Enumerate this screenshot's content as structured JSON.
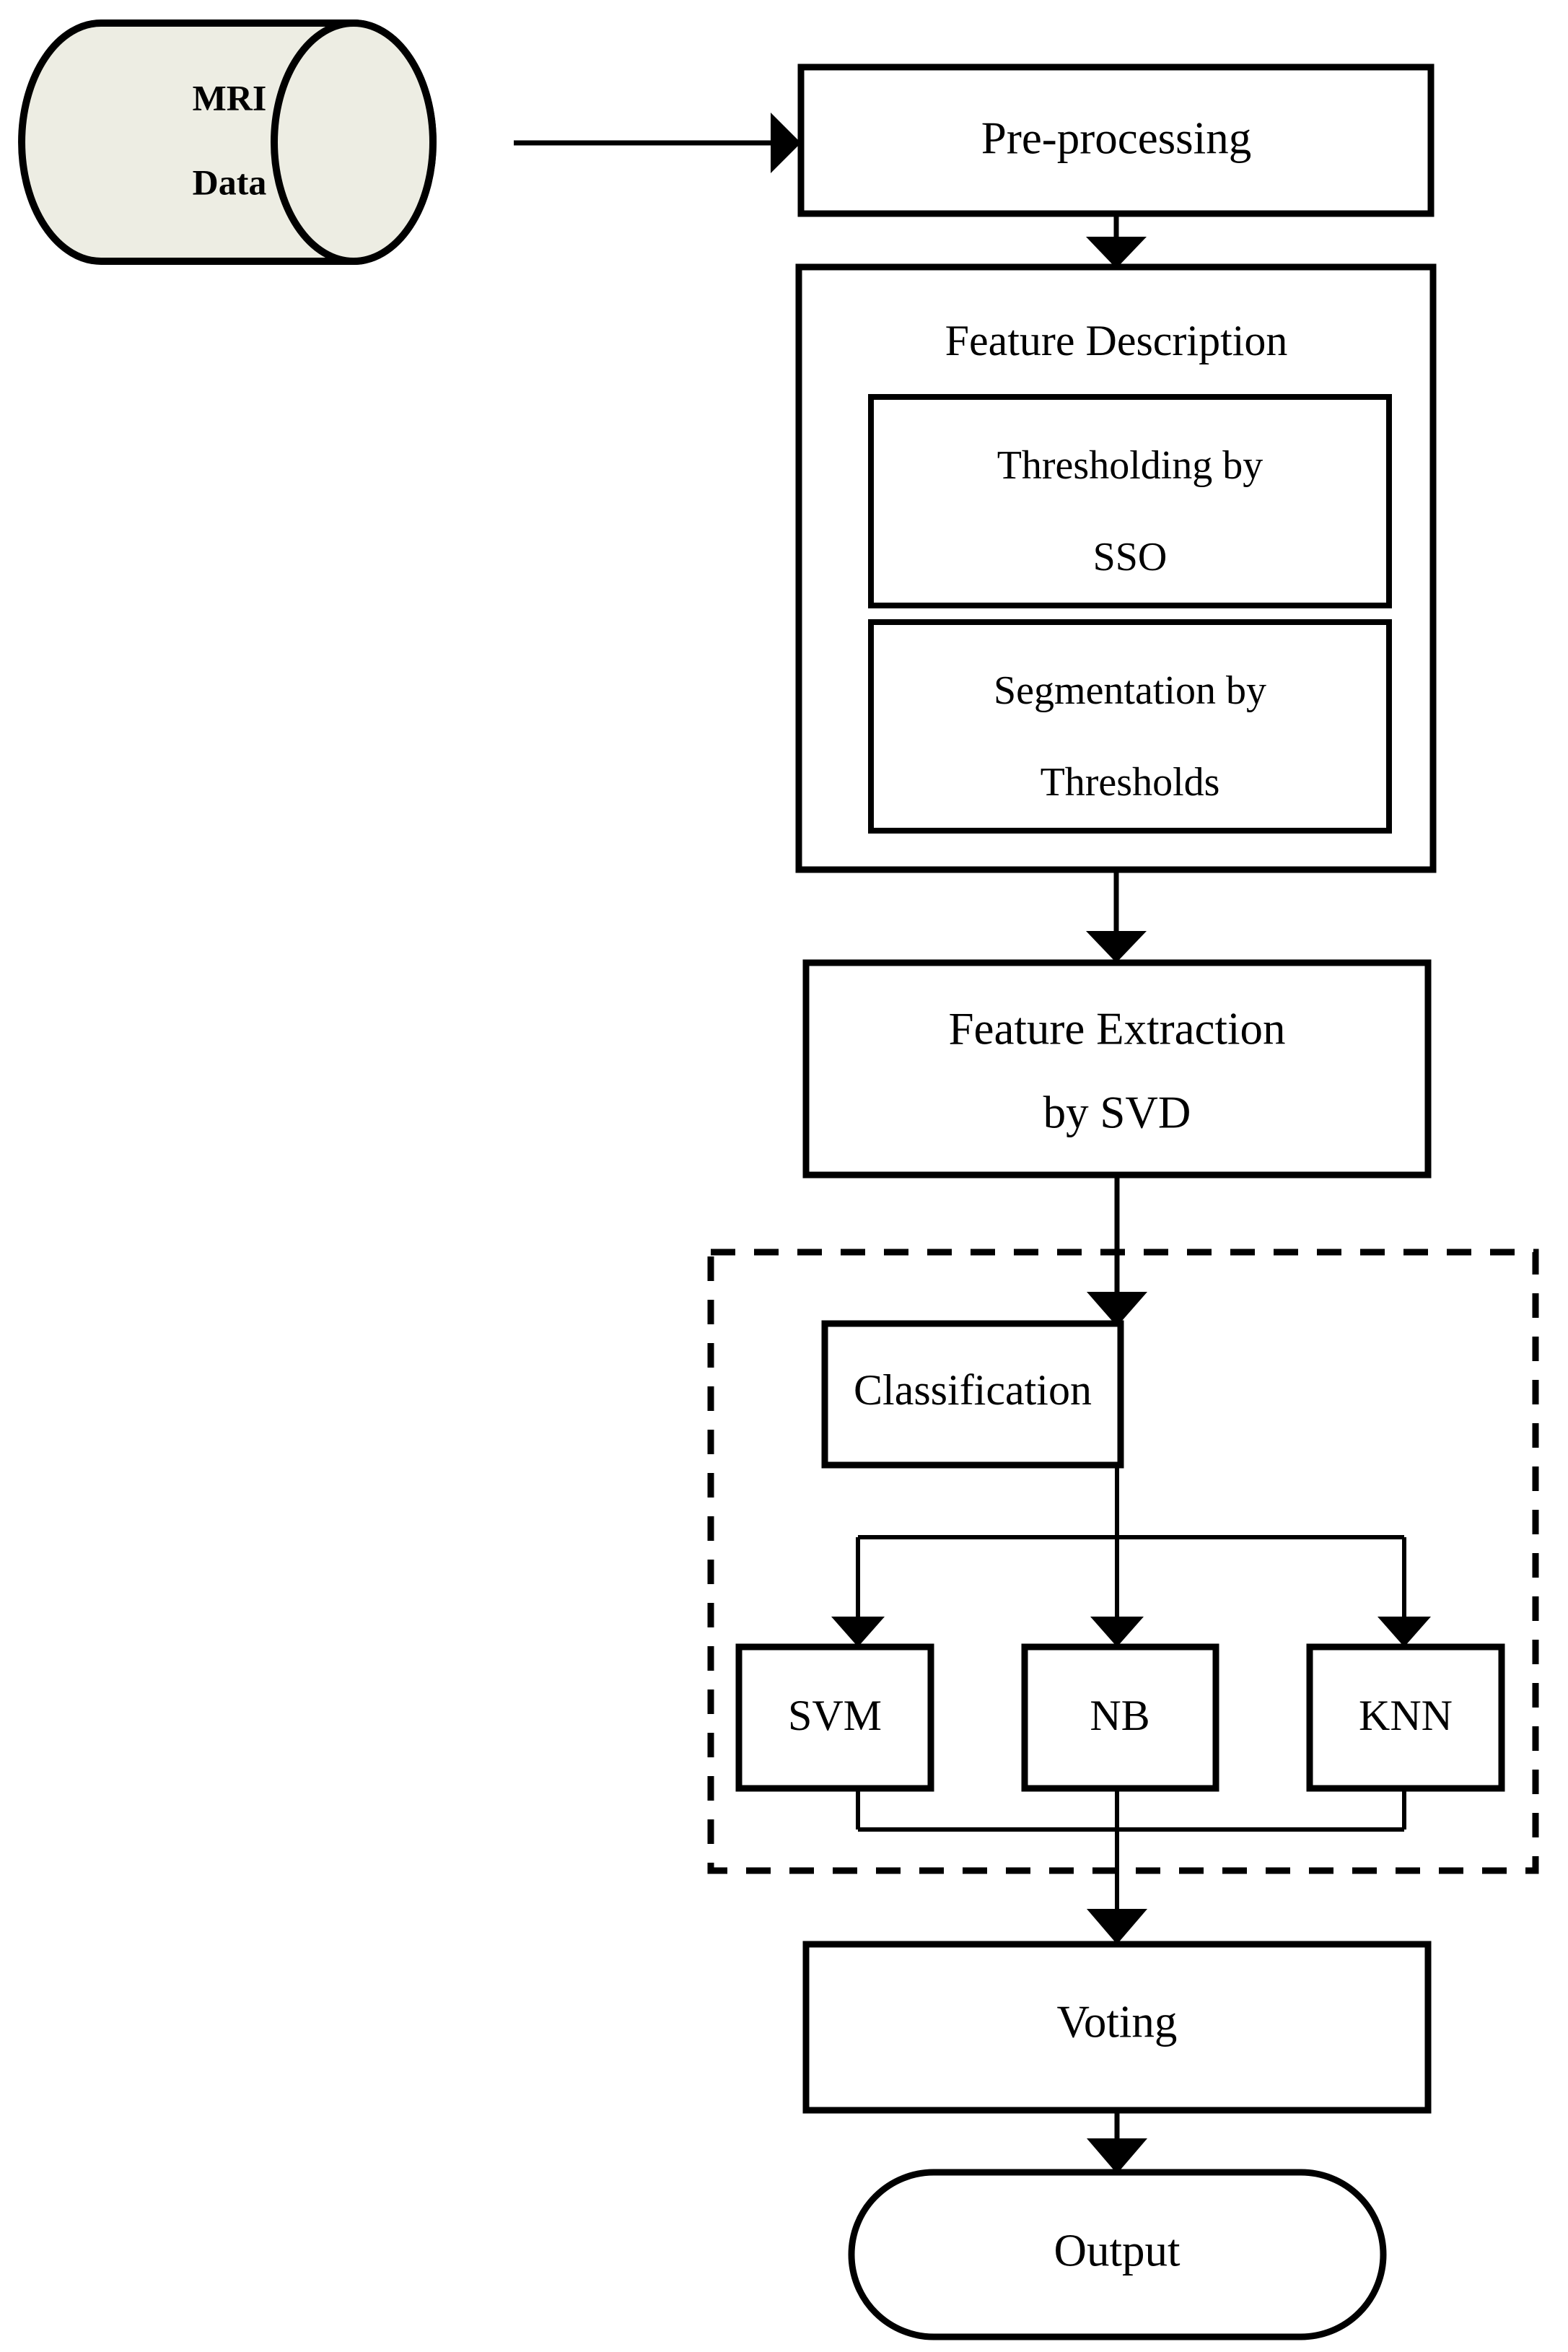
{
  "diagram": {
    "title": "MRI brain tumor classification pipeline flowchart",
    "background_color": "#ffffff",
    "line_color": "#000000",
    "datastore_fill": "#ededE3",
    "node_fill": "#ffffff"
  },
  "nodes": {
    "mri_data": {
      "label_line1": "MRI",
      "label_line2": "Data",
      "shape": "cylinder"
    },
    "preprocessing": {
      "label": "Pre-processing",
      "shape": "rectangle"
    },
    "feature_description": {
      "label": "Feature Description",
      "shape": "rectangle-container",
      "children": {
        "thresholding": {
          "label_line1": "Thresholding by",
          "label_line2": "SSO",
          "shape": "rectangle"
        },
        "segmentation": {
          "label_line1": "Segmentation by",
          "label_line2": "Thresholds",
          "shape": "rectangle"
        }
      }
    },
    "feature_extraction": {
      "label_line1": "Feature Extraction",
      "label_line2": "by SVD",
      "shape": "rectangle"
    },
    "classification_group": {
      "shape": "dashed-group"
    },
    "classification": {
      "label": "Classification",
      "shape": "rectangle"
    },
    "svm": {
      "label": "SVM",
      "shape": "rectangle"
    },
    "nb": {
      "label": "NB",
      "shape": "rectangle"
    },
    "knn": {
      "label": "KNN",
      "shape": "rectangle"
    },
    "voting": {
      "label": "Voting",
      "shape": "rectangle"
    },
    "output": {
      "label": "Output",
      "shape": "stadium"
    }
  },
  "edges": [
    {
      "from": "mri_data",
      "to": "preprocessing",
      "style": "solid-arrow",
      "direction": "right"
    },
    {
      "from": "preprocessing",
      "to": "feature_description",
      "style": "solid-arrow",
      "direction": "down"
    },
    {
      "from": "feature_description",
      "to": "feature_extraction",
      "style": "solid-arrow",
      "direction": "down"
    },
    {
      "from": "feature_extraction",
      "to": "classification",
      "style": "solid-arrow",
      "direction": "down"
    },
    {
      "from": "classification",
      "to": "svm",
      "style": "solid-arrow",
      "direction": "down-split-left"
    },
    {
      "from": "classification",
      "to": "nb",
      "style": "solid-arrow",
      "direction": "down"
    },
    {
      "from": "classification",
      "to": "knn",
      "style": "solid-arrow",
      "direction": "down-split-right"
    },
    {
      "from": "svm",
      "to": "voting",
      "style": "solid-merge",
      "direction": "down"
    },
    {
      "from": "nb",
      "to": "voting",
      "style": "solid-arrow",
      "direction": "down"
    },
    {
      "from": "knn",
      "to": "voting",
      "style": "solid-merge",
      "direction": "down"
    },
    {
      "from": "voting",
      "to": "output",
      "style": "solid-arrow",
      "direction": "down"
    }
  ]
}
